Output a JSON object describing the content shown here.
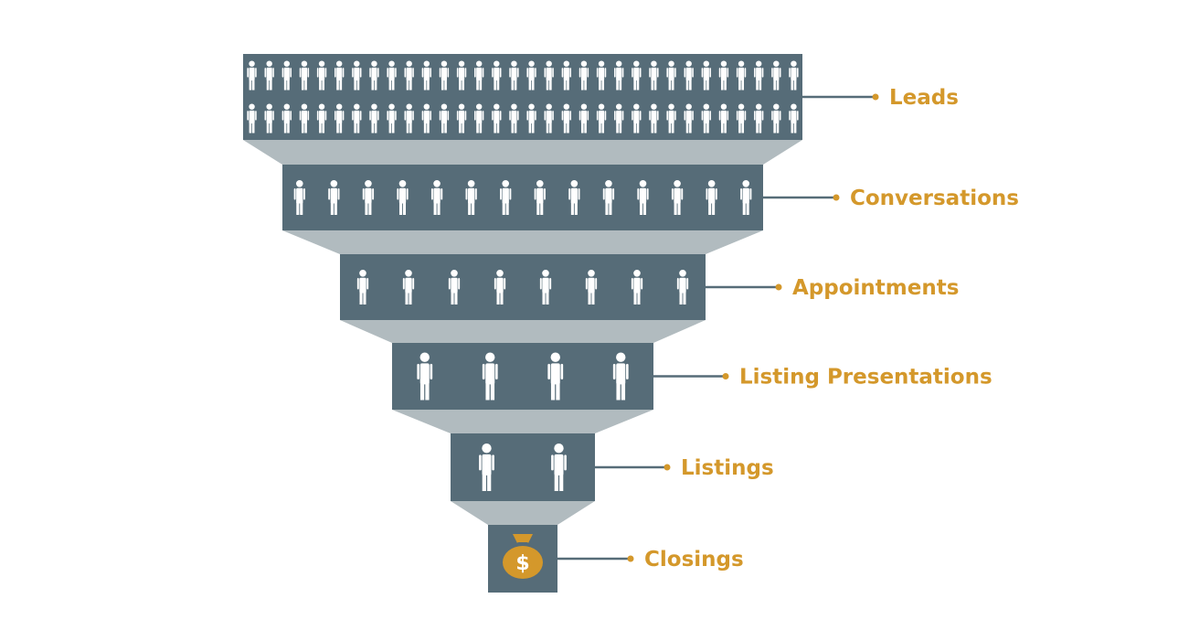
{
  "colors": {
    "tier": "#566c78",
    "connector": "#b1bbbf",
    "accent": "#d4982b",
    "line": "#566c78",
    "person": "#ffffff",
    "background": "#ffffff"
  },
  "stages": [
    {
      "label": "Leads",
      "icon": "person-icon",
      "icon_count": 64
    },
    {
      "label": "Conversations",
      "icon": "person-icon",
      "icon_count": 14
    },
    {
      "label": "Appointments",
      "icon": "person-icon",
      "icon_count": 8
    },
    {
      "label": "Listing Presentations",
      "icon": "person-icon",
      "icon_count": 4
    },
    {
      "label": "Listings",
      "icon": "person-icon",
      "icon_count": 2
    },
    {
      "label": "Closings",
      "icon": "money-bag-icon",
      "icon_count": 1,
      "icon_text": "$"
    }
  ]
}
